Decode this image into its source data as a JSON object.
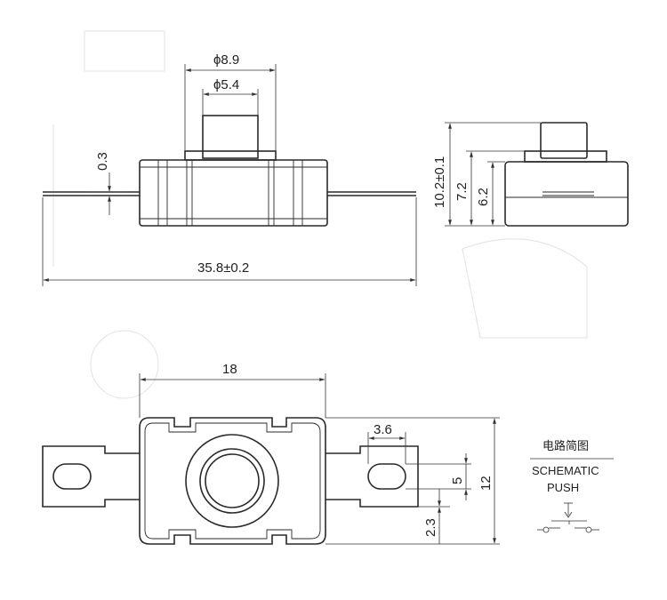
{
  "dimensions": {
    "outer_diameter": "ϕ8.9",
    "inner_diameter": "ϕ5.4",
    "terminal_thickness": "0.3",
    "overall_length": "35.8±0.2",
    "total_height": "10.2±0.1",
    "body_height": "7.2",
    "housing_height": "6.2",
    "body_width": "18",
    "slot_width": "3.6",
    "slot_height": "5",
    "tab_height": "12",
    "slot_offset": "2.3"
  },
  "schematic": {
    "title_cn": "电路简图",
    "title_en": "SCHEMATIC",
    "subtitle": "PUSH"
  }
}
